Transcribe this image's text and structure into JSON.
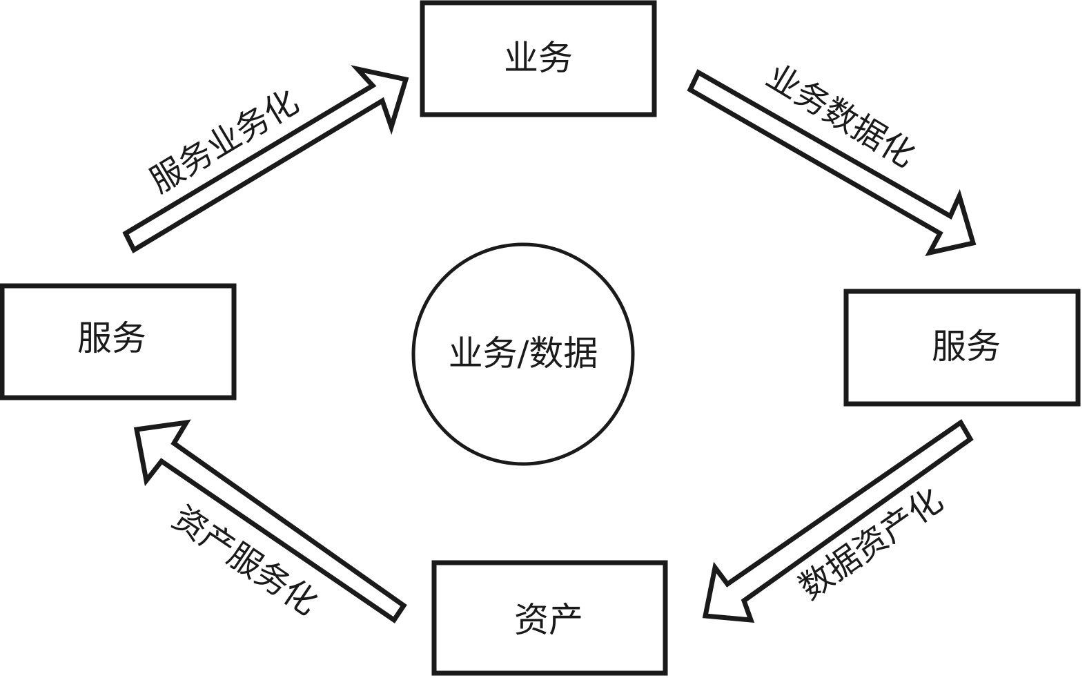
{
  "diagram": {
    "type": "cycle",
    "center": {
      "label": "业务/数据"
    },
    "nodes": {
      "top": {
        "label": "业务"
      },
      "right": {
        "label": "服务"
      },
      "bottom": {
        "label": "资产"
      },
      "left": {
        "label": "服务"
      }
    },
    "edges": {
      "left_to_top": {
        "label": "服务业务化",
        "from": "服务",
        "to": "业务"
      },
      "top_to_right": {
        "label": "业务数据化",
        "from": "业务",
        "to": "服务"
      },
      "right_to_bottom": {
        "label": "数据资产化",
        "from": "服务",
        "to": "资产"
      },
      "bottom_to_left": {
        "label": "资产服务化",
        "from": "资产",
        "to": "服务"
      }
    },
    "colors": {
      "stroke": "#1a1a1a",
      "fill": "#ffffff",
      "text": "#1a1a1a"
    }
  }
}
